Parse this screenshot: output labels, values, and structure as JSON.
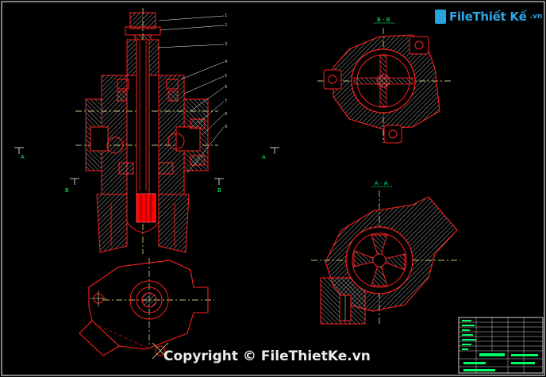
{
  "watermark": {
    "logo_text": "FileThiết Kế",
    "logo_suffix": ".vn",
    "copyright": "Copyright © FileThietKe.vn"
  },
  "views": {
    "section_bb": "B - B",
    "section_aa": "A - A"
  },
  "cut_markers": {
    "a_left": "A",
    "a_mid": "A",
    "b_left": "B",
    "b_right": "B"
  },
  "part_numbers": [
    "1",
    "2",
    "3",
    "4",
    "5",
    "6",
    "7",
    "8",
    "9"
  ],
  "colors": {
    "background": "#000000",
    "outline": "#ff2020",
    "hatch": "#d8d8d8",
    "center_line": "#ffffa0",
    "label": "#00ff66",
    "highlight": "#ff0000",
    "logo": "#2aa7e6"
  }
}
